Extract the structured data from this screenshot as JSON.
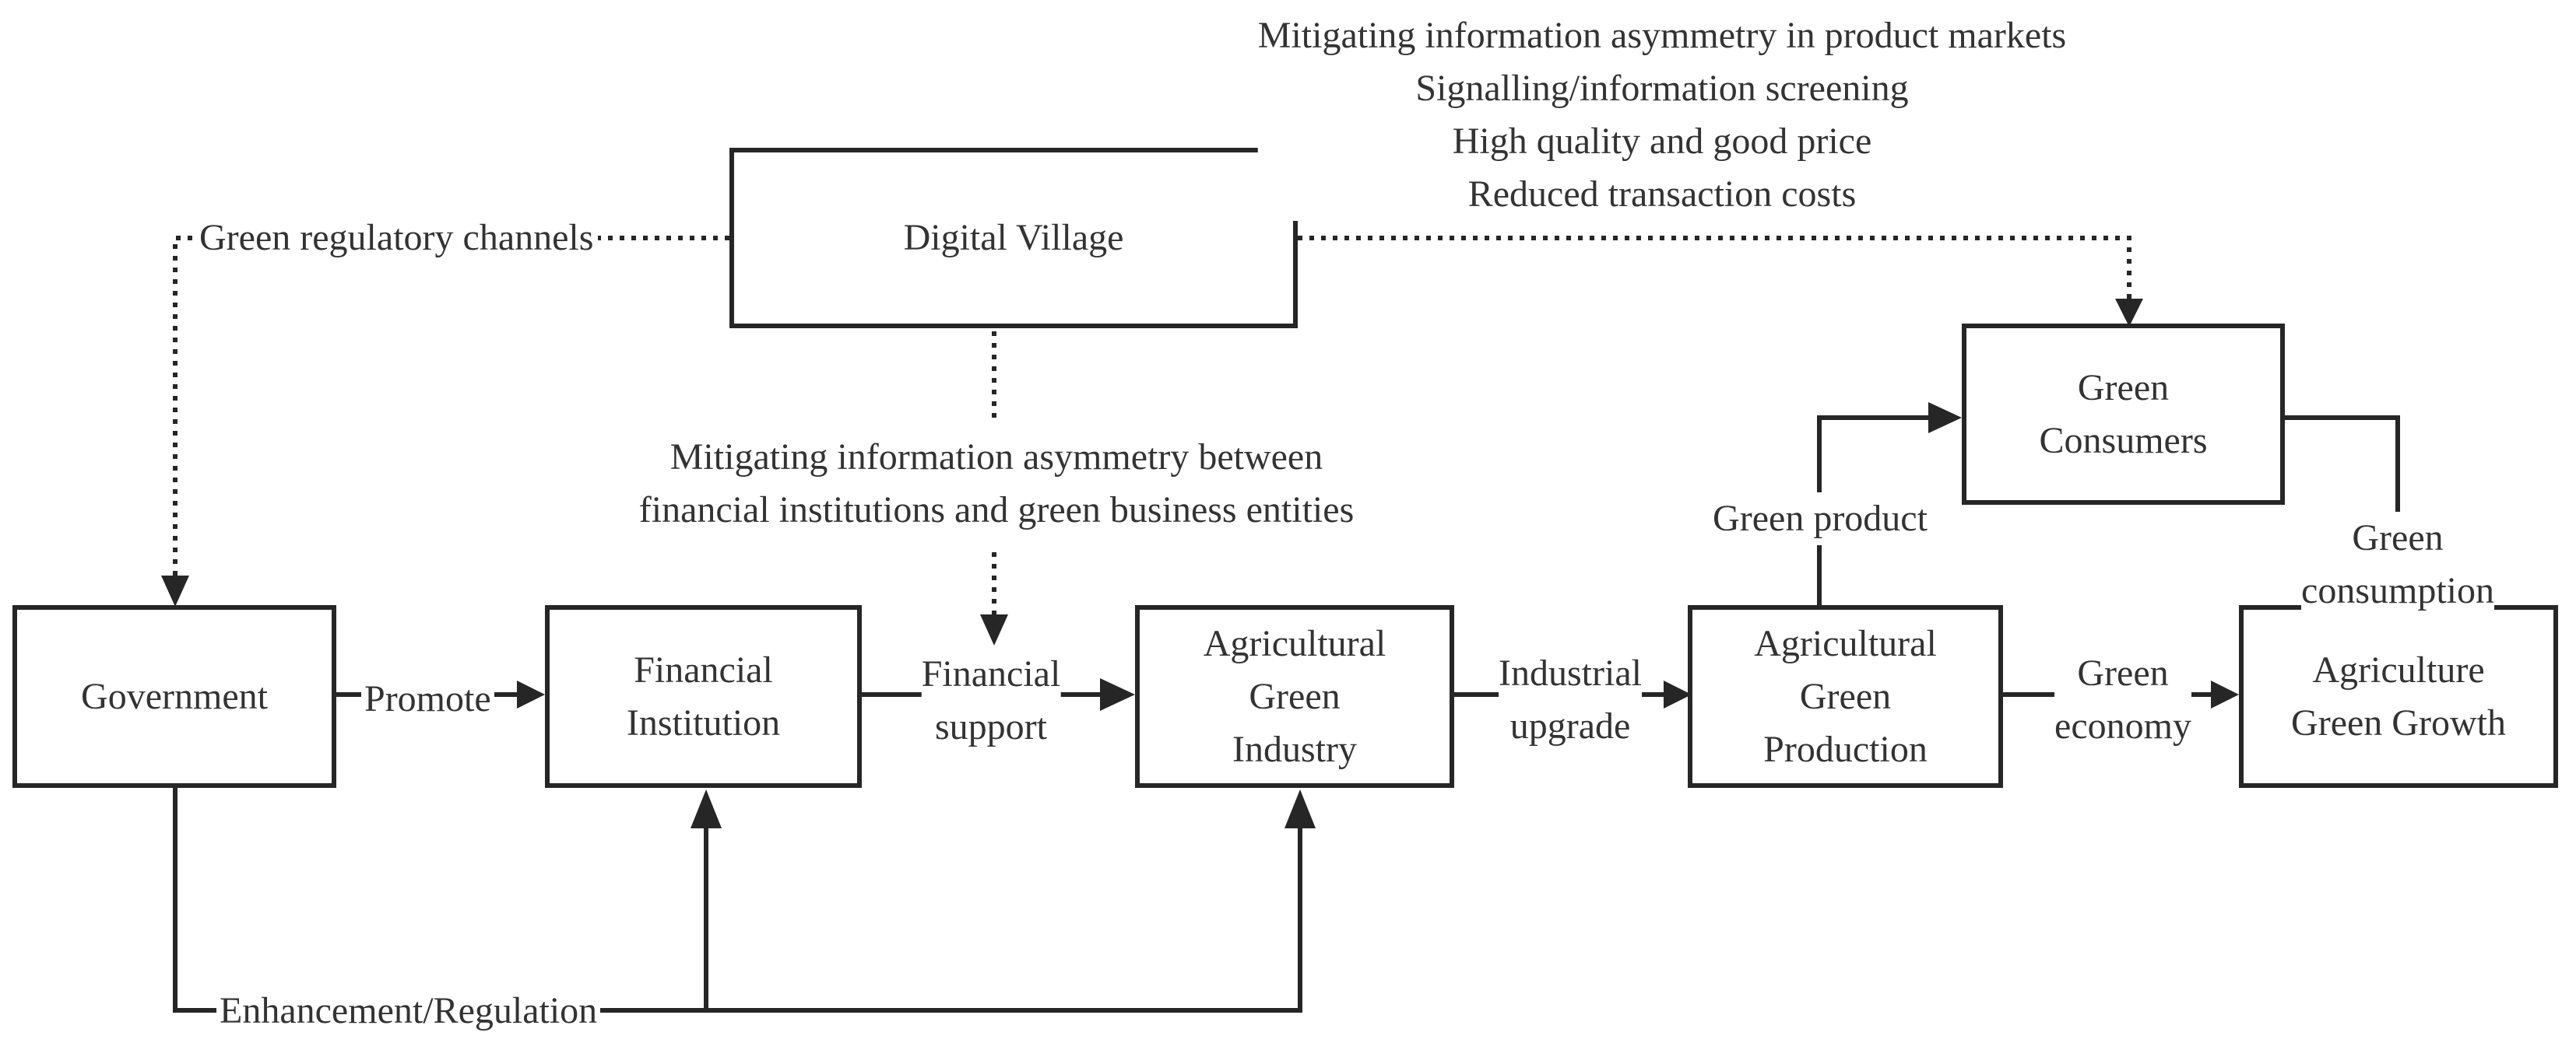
{
  "nodes": {
    "digital_village": "Digital Village",
    "green_consumers": "Green\nConsumers",
    "government": "Government",
    "financial_institution": "Financial\nInstitution",
    "agri_green_industry": "Agricultural\nGreen\nIndustry",
    "agri_green_production": "Agricultural\nGreen\nProduction",
    "agri_green_growth": "Agriculture\nGreen Growth"
  },
  "labels": {
    "product_markets": "Mitigating information asymmetry in product markets\nSignalling/information screening\nHigh quality and good price\nReduced transaction costs",
    "green_regulatory": "Green regulatory channels",
    "financial_asymmetry": "Mitigating information asymmetry between\nfinancial institutions and green business entities",
    "promote": "Promote",
    "financial_support": "Financial\nsupport",
    "industrial_upgrade": "Industrial\nupgrade",
    "green_economy": "Green\neconomy",
    "green_product": "Green product",
    "green_consumption": "Green consumption",
    "enhancement": "Enhancement/Regulation"
  },
  "colors": {
    "line": "#262626",
    "text": "#333333"
  }
}
